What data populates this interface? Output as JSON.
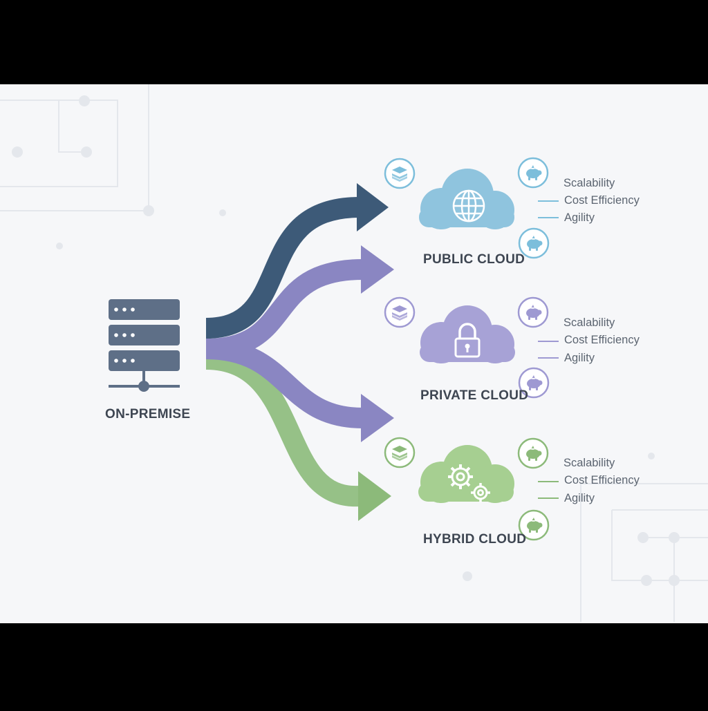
{
  "source": {
    "label": "ON-PREMISE"
  },
  "colors": {
    "public": "#3d5a78",
    "private": "#8a86c2",
    "hybrid": "#8cba7a",
    "server": "#5e6f87",
    "background": "#f6f7f9",
    "frame": "#000000"
  },
  "targets": [
    {
      "id": "public",
      "label": "PUBLIC CLOUD",
      "cloud_icon": "globe-icon",
      "badges": [
        "stack-icon",
        "piggy-bank-icon",
        "piggy-bank-icon"
      ],
      "benefits": [
        "Scalability",
        "Cost Efficiency",
        "Agility"
      ]
    },
    {
      "id": "private",
      "label": "PRIVATE CLOUD",
      "cloud_icon": "lock-icon",
      "badges": [
        "stack-icon",
        "piggy-bank-icon",
        "piggy-bank-icon"
      ],
      "benefits": [
        "Scalability",
        "Cost Efficiency",
        "Agility"
      ]
    },
    {
      "id": "hybrid",
      "label": "HYBRID CLOUD",
      "cloud_icon": "gears-icon",
      "badges": [
        "stack-icon",
        "piggy-bank-icon",
        "piggy-bank-icon"
      ],
      "benefits": [
        "Scalability",
        "Cost Efficiency",
        "Agility"
      ]
    }
  ]
}
